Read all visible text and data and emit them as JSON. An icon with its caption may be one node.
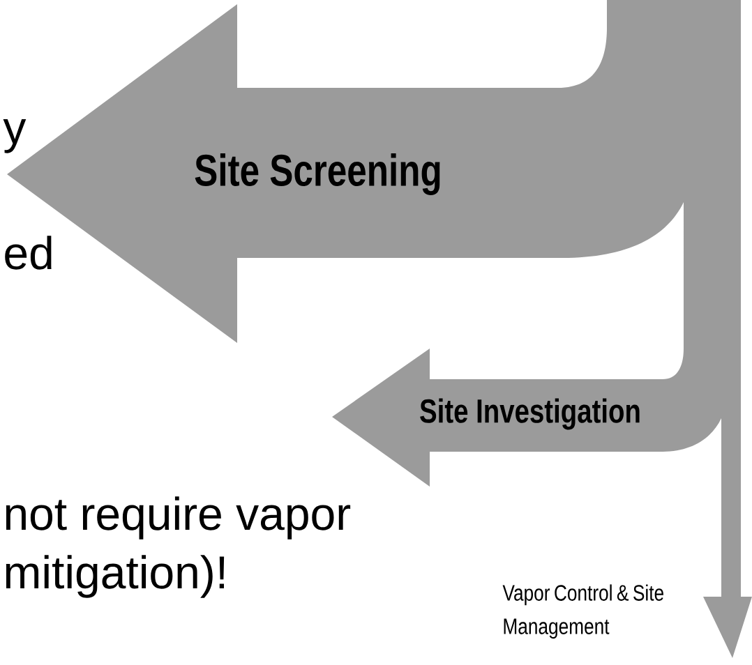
{
  "diagram": {
    "nodes": [
      {
        "text": [
          "Site Screening"
        ]
      },
      {
        "text": [
          "Site Investigation"
        ]
      },
      {
        "text": [],
        "shape": "arrow",
        "beside": [
          "Vapor Control & Site Management"
        ]
      }
    ],
    "labels": [
      "y",
      "ed",
      "not require vapor mitigation)!"
    ]
  }
}
